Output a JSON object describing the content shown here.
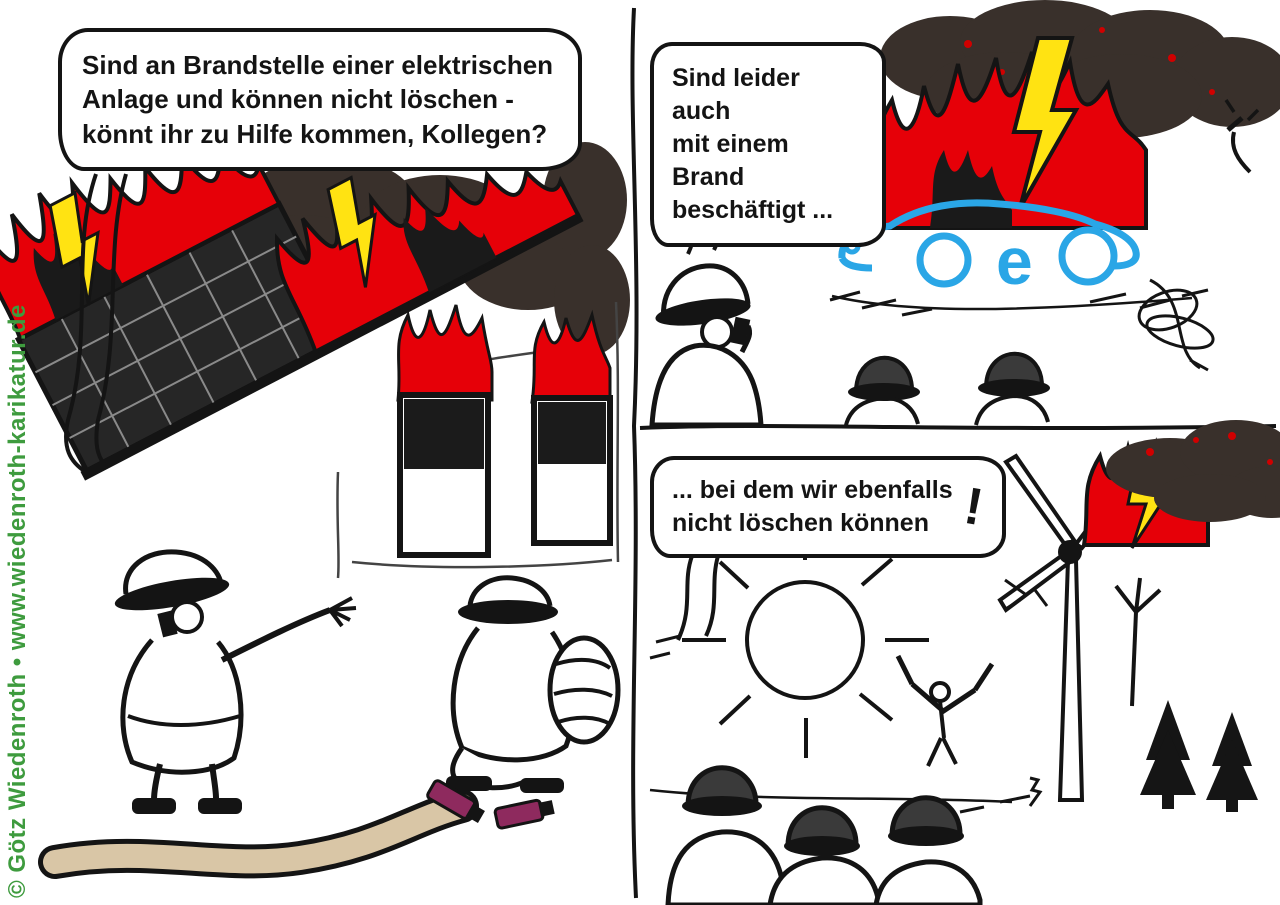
{
  "watermark": {
    "text": "© Götz Wiedenroth • www.wiedenroth-karikatur.de",
    "color": "#3e9b3e"
  },
  "panels": [
    {
      "id": "house-solar-fire",
      "speech_bubble": "Sind an Brandstelle einer elektrischen\nAnlage und können nicht löschen -\nkönnt ihr zu Hilfe kommen, Kollegen?"
    },
    {
      "id": "electric-car-fire",
      "speech_bubble": "Sind leider auch\nmit einem Brand\nbeschäftigt ...",
      "car_label": "e"
    },
    {
      "id": "wind-turbine-fire",
      "speech_bubble": "... bei dem wir ebenfalls\nnicht löschen können",
      "exclamation": "!"
    }
  ],
  "colors": {
    "flame_red": "#e60008",
    "lightning_yellow": "#ffe312",
    "smoke_dark": "#39302b",
    "ecar_blue": "#2aa6e6",
    "hose_beige": "#d9c6a6",
    "nozzle_magenta": "#8e2a5e",
    "ink_black": "#141414",
    "watermark_green": "#3e9b3e"
  }
}
